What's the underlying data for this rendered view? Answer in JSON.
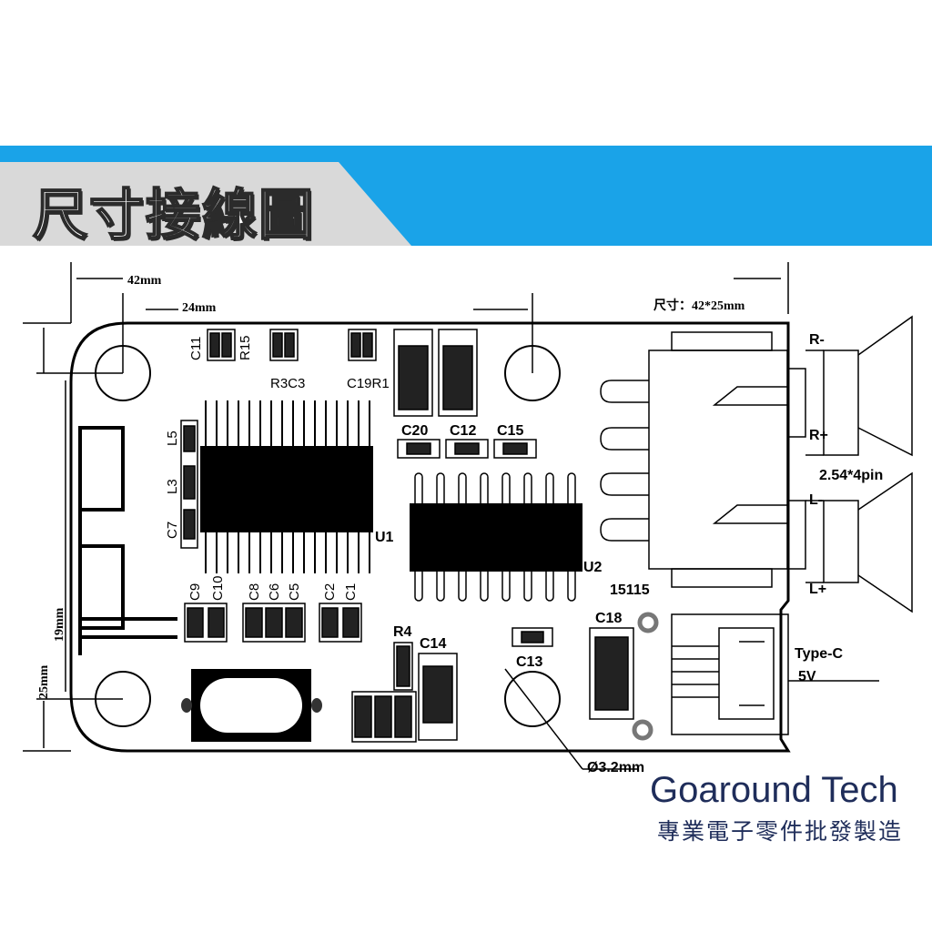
{
  "header": {
    "title": "尺寸接線圖",
    "accent_color": "#1aa3e8",
    "bar_color": "#d9d9d9"
  },
  "dimensions": {
    "width_total": "42mm",
    "hole_spacing": "24mm",
    "size_note": "尺寸：42*25mm",
    "height_total": "25mm",
    "height_inner": "19mm",
    "hole_diameter": "Ø3.2mm"
  },
  "components": {
    "c11": "C11",
    "r15": "R15",
    "r3c3": "R3C3",
    "c19r1": "C19R1",
    "c20": "C20",
    "c12": "C12",
    "c15": "C15",
    "l5": "L5",
    "l3": "L3",
    "c7": "C7",
    "u1": "U1",
    "u2": "U2",
    "code": "15115",
    "c9": "C9",
    "c10": "C10",
    "c8": "C8",
    "c6": "C6",
    "c5": "C5",
    "c2": "C2",
    "c1": "C1",
    "r4": "R4",
    "c14": "C14",
    "c13": "C13",
    "c18": "C18"
  },
  "connectors": {
    "r_minus": "R-",
    "r_plus": "R+",
    "l_minus": "L-",
    "l_plus": "L+",
    "pin_note": "2.54*4pin",
    "usb_type": "Type-C",
    "usb_voltage": "5V"
  },
  "brand": {
    "name": "Goaround Tech",
    "tagline": "專業電子零件批發製造",
    "color": "#1f2d5a"
  }
}
